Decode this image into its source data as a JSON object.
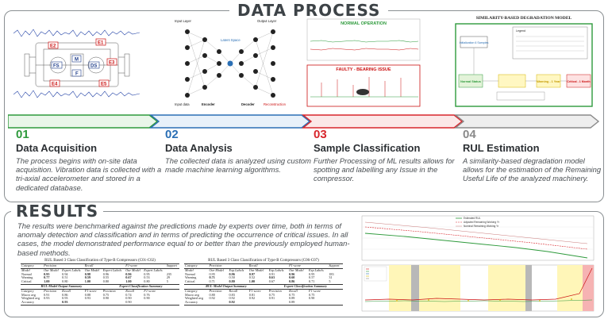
{
  "sections": {
    "process_title": "DATA PROCESS",
    "results_title": "RESULTS"
  },
  "steps": [
    {
      "num": "01",
      "title": "Data Acquisition",
      "desc": "The process begins with on-site data acquisition. Vibration data is collected with a tri-axial accelerometer and stored in a dedicated database.",
      "color": "#2e9a3c"
    },
    {
      "num": "02",
      "title": "Data Analysis",
      "desc": "The collected data is analyzed using custom made machine learning algorithms.",
      "color": "#2a6fb5"
    },
    {
      "num": "03",
      "title": "Sample Classification",
      "desc": "Further Processing of ML results allows for spotting and labelling any Issue in the compressor.",
      "color": "#d8262c"
    },
    {
      "num": "04",
      "title": "RUL Estimation",
      "desc": "A similarity-based degradation model allows for the estimation of the Remaining Useful Life of the analyzed machinery.",
      "color": "#8a8a8a"
    }
  ],
  "results_text": "The results were benchmarked against the predictions made by experts over time, both in terms of anomaly detection and classification and in terms of predicting the occurrence of critical issues. In all cases, the model demonstrated performance equal to or better than the previously employed human-based methods.",
  "figures": {
    "sensor_labels": [
      "E1",
      "E2",
      "E3",
      "E4",
      "E5",
      "FS",
      "M",
      "DS",
      "F"
    ],
    "autoencoder": {
      "input_layer": "Input Layer",
      "output_layer": "Output Layer",
      "latent_space": "Latent Space",
      "input_data": "Input data",
      "encoder": "Encoder",
      "decoder": "Decoder",
      "reconstruction": "Reconstruction"
    },
    "normal_operation": "NORMAL OPERATION",
    "faulty": "FAULTY - BEARING ISSUE",
    "degradation": {
      "title": "SIMILARITY-BASED DEGRADATION MODEL",
      "init": "Initialization 6 Samples",
      "normal": "Normal Status",
      "warning": "Warning - 1 Year",
      "critical": "Critical - 1 Month",
      "legend": "Legend"
    },
    "rul_legend": [
      "Estimated RUL",
      "Adjusted Remaining Working Yr",
      "Nominal Remaining Working Yr"
    ]
  },
  "tables": [
    {
      "caption": "RUL Based 3 Class Classification of Type-B Compressors (C01-C02)",
      "header_groups": [
        "Category",
        "Precision",
        "",
        "Recall",
        "",
        "F1-score",
        "",
        "Support"
      ],
      "header": [
        "Model",
        "Our Model",
        "Expert Labels",
        "Our Model",
        "Expert Labels",
        "Our Model",
        "Expert Labels",
        ""
      ],
      "rows": [
        [
          "Normal",
          "0.95",
          "0.94",
          "0.98",
          "0.96",
          "0.96",
          "0.95",
          "235"
        ],
        [
          "Warning",
          "0.77",
          "0.51",
          "0.59",
          "0.55",
          "0.67",
          "0.53",
          "29"
        ],
        [
          "Critical",
          "1.00",
          "0.80",
          "1.00",
          "0.80",
          "1.00",
          "0.80",
          "5"
        ]
      ],
      "summary_left_title": "RUL-Model Output Summary",
      "summary_right_title": "Expert Classification Summary",
      "summary_header": [
        "Category",
        "Precision",
        "Recall",
        "F1-score",
        "Precision",
        "Recall",
        "F1-score"
      ],
      "summary_rows": [
        [
          "Macro avg",
          "0.91",
          "0.86",
          "0.88",
          "0.75",
          "0.74",
          "0.76"
        ],
        [
          "Weighted avg",
          "0.93",
          "0.93",
          "0.93",
          "0.90",
          "0.90",
          "0.90"
        ],
        [
          "Accuracy",
          "",
          "0.93",
          "",
          "",
          "0.90",
          ""
        ]
      ]
    },
    {
      "caption": "RUL Based 3 Class Classification of Type-B Compressors (C06-C07)",
      "header_groups": [
        "Category",
        "Precision",
        "",
        "Recall",
        "",
        "F1-score",
        "",
        "Support"
      ],
      "header": [
        "Model",
        "Our Model",
        "Exp.Labels",
        "Our Model",
        "Exp.Labels",
        "Our Model",
        "Exp.Labels",
        ""
      ],
      "rows": [
        [
          "Normal",
          "0.95",
          "0.96",
          "0.97",
          "0.91",
          "0.96",
          "0.95",
          "183"
        ],
        [
          "Warning",
          "0.71",
          "0.50",
          "0.52",
          "0.63",
          "0.60",
          "0.57",
          "31"
        ],
        [
          "Critical",
          "0.71",
          "0.80",
          "1.00",
          "0.67",
          "0.86",
          "0.71",
          "5"
        ]
      ],
      "summary_left_title": "RUL-Model Output Summary",
      "summary_right_title": "Expert Classification Summary",
      "summary_header": [
        "Category",
        "Precision",
        "Recall",
        "F1-score",
        "Precision",
        "Recall",
        "F1-score"
      ],
      "summary_rows": [
        [
          "Macro avg",
          "0.80",
          "0.83",
          "0.81",
          "0.75",
          "0.75",
          "0.75"
        ],
        [
          "Weighted avg",
          "0.92",
          "0.92",
          "0.92",
          "0.91",
          "0.89",
          "0.90"
        ],
        [
          "Accuracy",
          "",
          "0.92",
          "",
          "",
          "0.89",
          ""
        ]
      ]
    }
  ]
}
